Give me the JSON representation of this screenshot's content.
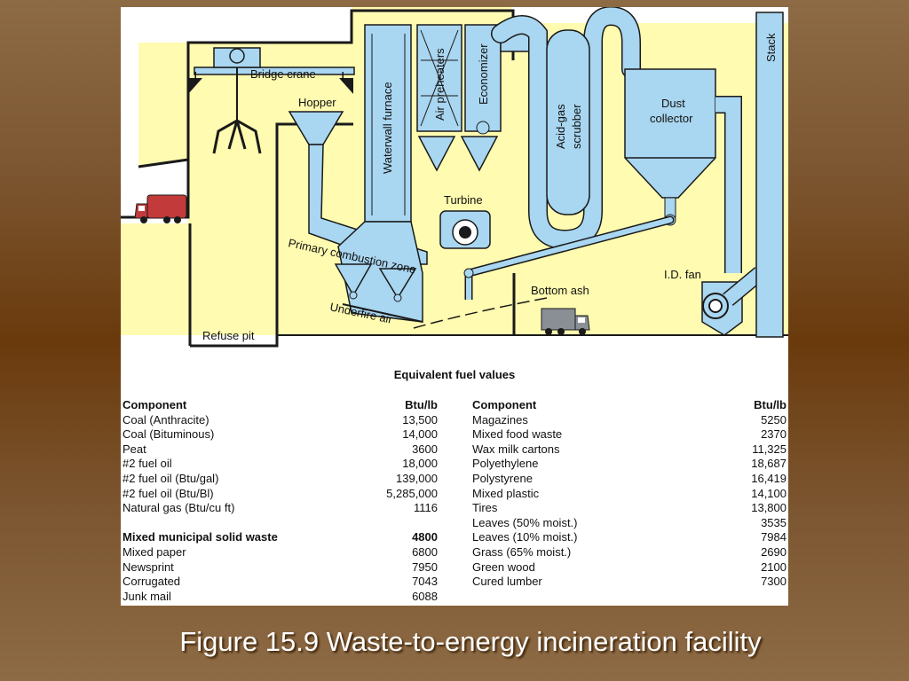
{
  "diagram": {
    "labels": {
      "bridge_crane": "Bridge crane",
      "hopper": "Hopper",
      "waterwall_furnace": "Waterwall furnace",
      "air_preheaters": "Air preheaters",
      "economizer": "Economizer",
      "acid_gas_scrubber_line1": "Acid-gas",
      "acid_gas_scrubber_line2": "scrubber",
      "dust_collector_line1": "Dust",
      "dust_collector_line2": "collector",
      "stack": "Stack",
      "turbine": "Turbine",
      "primary_combustion_zone": "Primary combustion zone",
      "underfire_air": "Underfire air",
      "bottom_ash": "Bottom ash",
      "id_fan": "I.D. fan",
      "refuse_pit": "Refuse pit"
    },
    "colors": {
      "building_fill": "#fffbb0",
      "equipment_fill": "#a9d6f0",
      "line": "#1a1a1a",
      "garbage_truck": "#c23a3a",
      "ash_truck": "#8a8f96"
    }
  },
  "fuel_table": {
    "title": "Equivalent fuel values",
    "header": {
      "component": "Component",
      "value": "Btu/lb"
    },
    "left_rows": [
      {
        "component": "Coal (Anthracite)",
        "value": "13,500"
      },
      {
        "component": "Coal (Bituminous)",
        "value": "14,000"
      },
      {
        "component": "Peat",
        "value": "3600"
      },
      {
        "component": "#2 fuel oil",
        "value": "18,000"
      },
      {
        "component": "#2 fuel oil (Btu/gal)",
        "value": "139,000"
      },
      {
        "component": "#2 fuel oil (Btu/Bl)",
        "value": "5,285,000"
      },
      {
        "component": "Natural gas (Btu/cu ft)",
        "value": "1116"
      }
    ],
    "msw_header": {
      "component": "Mixed municipal solid waste",
      "value": "4800"
    },
    "msw_rows": [
      {
        "component": "Mixed paper",
        "value": "6800"
      },
      {
        "component": "Newsprint",
        "value": "7950"
      },
      {
        "component": "Corrugated",
        "value": "7043"
      },
      {
        "component": "Junk mail",
        "value": "6088"
      }
    ],
    "right_rows": [
      {
        "component": "Magazines",
        "value": "5250"
      },
      {
        "component": "Mixed food waste",
        "value": "2370"
      },
      {
        "component": "Wax milk cartons",
        "value": "11,325"
      },
      {
        "component": "Polyethylene",
        "value": "18,687"
      },
      {
        "component": "Polystyrene",
        "value": "16,419"
      },
      {
        "component": "Mixed plastic",
        "value": "14,100"
      },
      {
        "component": "Tires",
        "value": "13,800"
      },
      {
        "component": "Leaves (50% moist.)",
        "value": "3535"
      },
      {
        "component": "Leaves (10% moist.)",
        "value": "7984"
      },
      {
        "component": "Grass (65% moist.)",
        "value": "2690"
      },
      {
        "component": "Green wood",
        "value": "2100"
      },
      {
        "component": "Cured lumber",
        "value": "7300"
      }
    ]
  },
  "caption": "Figure 15.9 Waste-to-energy incineration facility"
}
